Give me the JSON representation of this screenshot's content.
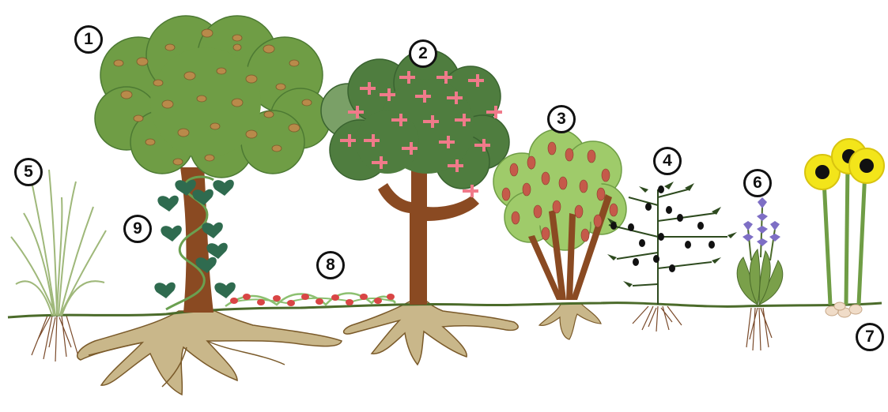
{
  "diagram": {
    "labels": [
      "1",
      "2",
      "3",
      "4",
      "5",
      "6",
      "7",
      "8",
      "9"
    ],
    "layers": [
      {
        "number": "1",
        "item": "canopy-tree"
      },
      {
        "number": "2",
        "item": "low-tree"
      },
      {
        "number": "3",
        "item": "shrub"
      },
      {
        "number": "4",
        "item": "herbaceous-plant"
      },
      {
        "number": "5",
        "item": "grass"
      },
      {
        "number": "6",
        "item": "flowering-herb"
      },
      {
        "number": "7",
        "item": "root-crop-with-flowers"
      },
      {
        "number": "8",
        "item": "ground-cover"
      },
      {
        "number": "9",
        "item": "climbing-vine"
      }
    ],
    "colors": {
      "canopy": "#6f9d45",
      "canopy_dark": "#4d7a33",
      "fruit_brown": "#b88a4a",
      "tree2_canopy": "#4f7d3f",
      "blossom_pink": "#f07a8a",
      "shrub": "#9fcb6a",
      "shrub_berry": "#c55a4a",
      "trunk": "#8a4a22",
      "roots": "#c9b78a",
      "root_outline": "#7a5a2a",
      "ground_line": "#4b6b2a",
      "vine_leaf": "#2f6b4f",
      "herb_leaf": "#2d4a1e",
      "herb_berry": "#111111",
      "flower_lavender": "#7e6fc5",
      "sunflower_yellow": "#f3e51a",
      "grass": "#9fb87a",
      "marker_border": "#111111"
    }
  }
}
